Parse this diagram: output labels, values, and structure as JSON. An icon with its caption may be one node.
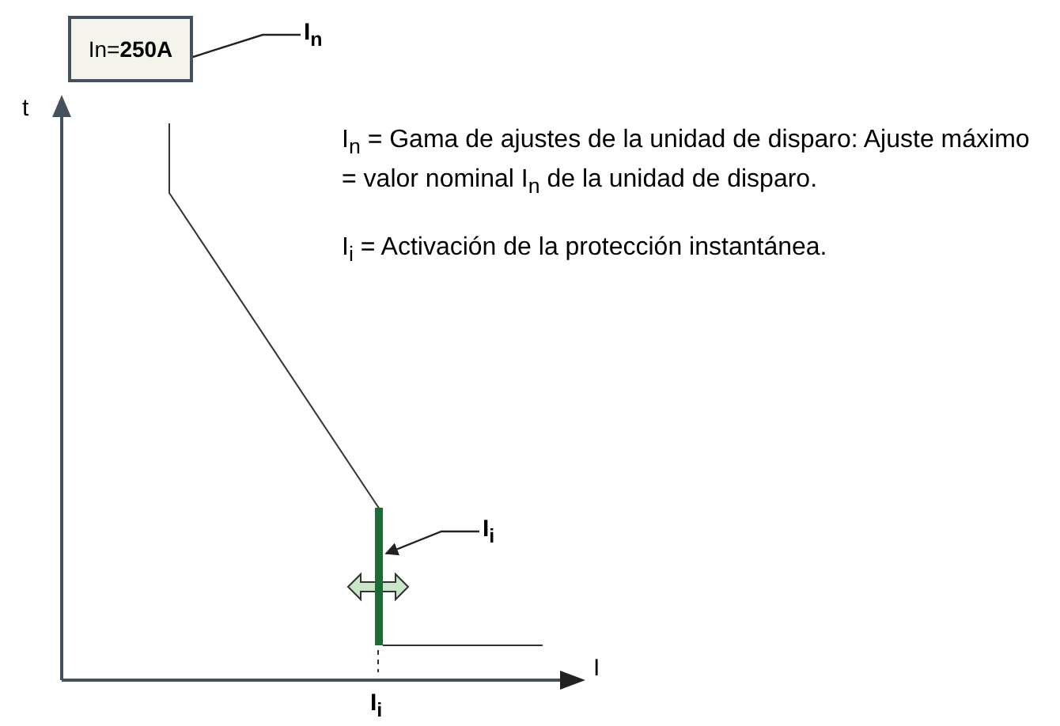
{
  "diagram": {
    "nodes": [
      {
        "text": [
          "In=**250A**"
        ]
      },
      {
        "text": [
          "I$_{n}$"
        ]
      },
      {
        "text": [
          "I$_{i}$"
        ]
      },
      {
        "text": [],
        "shape": "bar"
      }
    ],
    "edges": [
      {
        "from": 1,
        "to": 0,
        "arrow": "none"
      },
      {
        "from": 2,
        "to": 3,
        "arrow": "to"
      }
    ],
    "labels": [
      "t",
      "I$_{n}$ = Gama de ajustes de la unidad de disparo: Ajuste máximo = valor nominal I$_{n}$ de la unidad de disparo.",
      "I$_{i}$ = Activación de la protección instantánea.",
      "I",
      "I$_{i}$"
    ]
  }
}
